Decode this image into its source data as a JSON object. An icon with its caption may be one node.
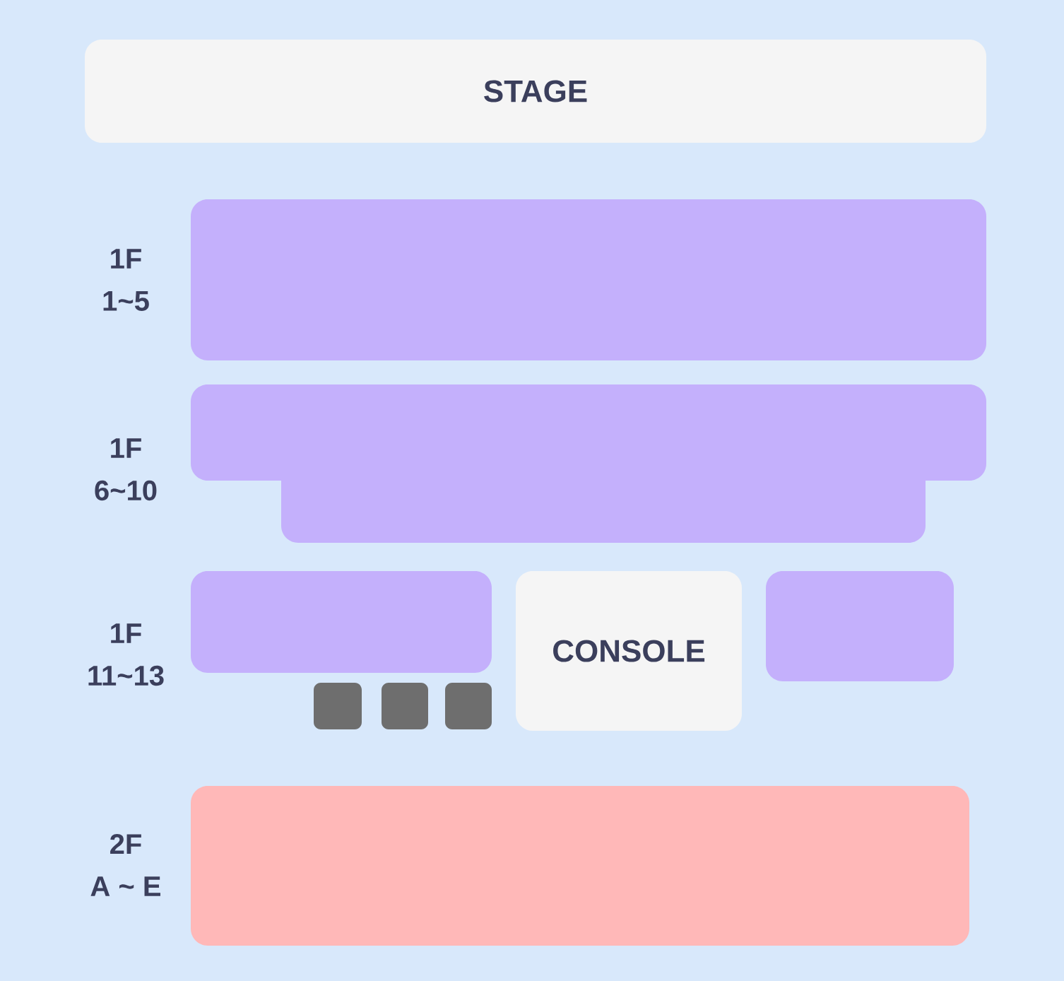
{
  "diagram": {
    "nodes": [
      {
        "text": [
          "STAGE"
        ]
      },
      {
        "text": [],
        "shape": "box",
        "beside": [
          "1F",
          "1~5"
        ]
      },
      {
        "text": [],
        "shape": "box",
        "beside": [
          "1F",
          "6~10"
        ]
      },
      {
        "text": [],
        "shape": "box",
        "beside": [
          "1F",
          "11~13"
        ]
      },
      {
        "text": [
          "CONSOLE"
        ]
      },
      {
        "text": [],
        "shape": "box"
      },
      {
        "text": [],
        "shape": "box"
      },
      {
        "text": [],
        "shape": "box"
      },
      {
        "text": [],
        "shape": "box"
      },
      {
        "text": [],
        "shape": "box",
        "beside": [
          "2F",
          "A ~ E"
        ]
      }
    ]
  }
}
